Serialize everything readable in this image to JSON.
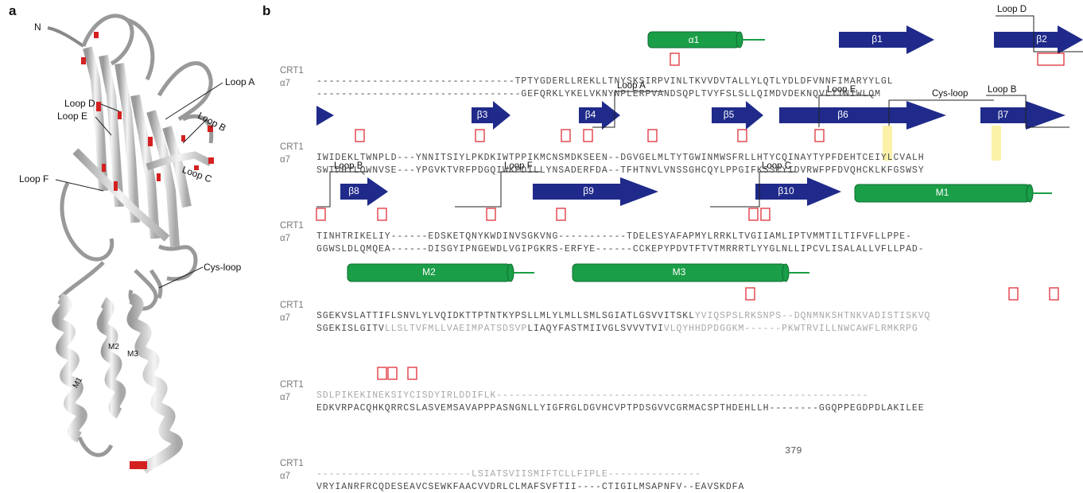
{
  "panel_a": {
    "letter": "a",
    "labels": {
      "n_term": "N",
      "loop_a": "Loop A",
      "loop_b": "Loop B",
      "loop_c": "Loop C",
      "loop_d": "Loop D",
      "loop_e": "Loop E",
      "loop_f": "Loop F",
      "cys_loop": "Cys-loop",
      "m1": "M1",
      "m2": "M2",
      "m3": "M3"
    }
  },
  "panel_b": {
    "letter": "b",
    "names": {
      "crt1": "CRT1",
      "a7": "α7"
    },
    "blocks": [
      {
        "crt1": "--------------------------------TPTYGDERLLREKLLTNYSKSIRPVINLTKVVDVTALLYLQTLYDLDFVNNFIMARYYLGL",
        "a7": "---------------------------------GEFQRKLYKELVKNYNPLERPVANDSQPLTVYFSLSLLQIMDVDEKNQVLTTNIWLQM"
      },
      {
        "crt1": "IWIDEKLTWNPLD---YNNITSIYLPKDKIWTPPIKMCNSMDKSEEN--DGVGELMLTYTGWINMWSFRLLHTYCQINAYTYPFDEHTCEIYLCVALH",
        "a7": "SWTDHYLQWNVSE---YPGVKTVRFPDGQIWKPDILLYNSADERFDA--TFHTNVLVNSSGHCQYLPPGIFKSSCYIDVRWFPFDVQHCKLKFGSWSY"
      },
      {
        "crt1": "TINHTRIKELIY------EDSKETQNYKWDINVSGKVNG-----------TDELESYAFAPMYLRRKLTVGIIAMLIPTVMMTILTIFVFLLPPE-",
        "a7": "GGWSLDLQMQEA------DISGYIPNGEWDLVGIPGKRS-ERFYE------CCKEPYPDVTFTVTMRRRTLYYGLNLLIPCVLISALALLVFLLPAD-"
      },
      {
        "crt1_dark": "SGEKVSLATTIFLSNVLYLVQIDKTTPTNTKYPSLLMLYLMLLSMLSGIATLGSVVITSKL",
        "crt1_light": "YVIQSPSLRKSNPS--DQNMNKSHTNKVADISTISKVQ",
        "a7_dark": "SGEKISLGITV",
        "a7_light1": "LLSLTVFMLLVAEIMPATSDSVP",
        "a7_mid": "LIAQYFASTMIIVGLSVVVTVI",
        "a7_light2": "VLQYHHDPDGGKM------PKWTRVILLNWCAWFLRMKRPG"
      },
      {
        "crt1": "SDLPIKEKINEKSIYCISDYIRLDDIFLK------------------------------------------------------------",
        "a7": "EDKVRPACQHKQRRCSLASVEMSAVAPPPASNGNLLYIGFRGLDGVHCVPTPDSGVVCGRMACSPTHDEHLLH--------GGQPPEGDPDLAKILEE"
      },
      {
        "crt1": "-------------------------LSIATSVIISMIFTCLLFIPLE---------------",
        "a7": "VRYIANRFRCQDESEAVCSEWKFAACVVDRLCLMAFSVFTII----CTIGILMSAPNFV--EAVSKDFA",
        "end_number": "379"
      }
    ],
    "secondary_structure": {
      "helices": {
        "a1": "α1",
        "m1": "M1",
        "m2": "M2",
        "m3": "M3"
      },
      "strands": {
        "b1": "β1",
        "b2": "β2",
        "b3": "β3",
        "b4": "β4",
        "b5": "β5",
        "b6": "β6",
        "b7": "β7",
        "b8": "β8",
        "b9": "β9",
        "b10": "β10"
      },
      "loops": {
        "loop_a": "Loop A",
        "loop_b1": "Loop B",
        "loop_b2": "Loop B",
        "loop_c": "Loop C",
        "loop_d": "Loop D",
        "loop_e": "Loop E",
        "loop_f": "Loop F",
        "cys_loop": "Cys-loop"
      }
    },
    "colors": {
      "helix": "#1a9e47",
      "strand": "#1f2a8a",
      "highlight_box": "#e0303a",
      "cys_highlight": "#fbf0a0",
      "ribbon_highlight": "#d42020"
    }
  }
}
